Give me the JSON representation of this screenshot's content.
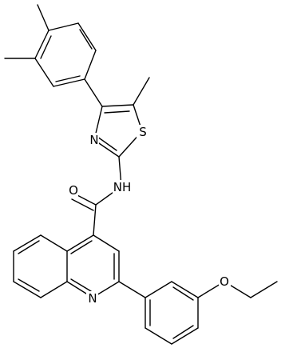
{
  "atom_labels": {
    "thiazole_s": "S",
    "thiazole_n": "N",
    "amide_nh": "NH",
    "carbonyl_o": "O",
    "quinoline_n": "N",
    "ether_o": "O"
  }
}
